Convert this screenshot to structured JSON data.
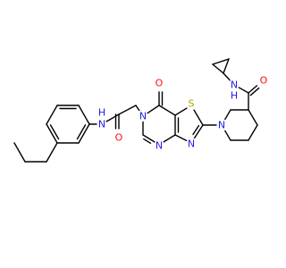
{
  "structure": {
    "colors": {
      "bond": "#000000",
      "N": "#1f1fe6",
      "O": "#ff0d0d",
      "S": "#b5a300",
      "background": "#ffffff"
    },
    "atom_labels": {
      "nh_amide_left": "H",
      "n_amide_left": "N",
      "o_amide_left": "O",
      "o_carbonyl": "O",
      "n_ring_pyrimidinone": "N",
      "s_thiazole": "S",
      "n_ring_lower": "N",
      "n_thiazole": "N",
      "n_piperidine": "N",
      "o_amide_right": "O",
      "n_amide_right": "N",
      "nh_amide_right": "H"
    }
  }
}
